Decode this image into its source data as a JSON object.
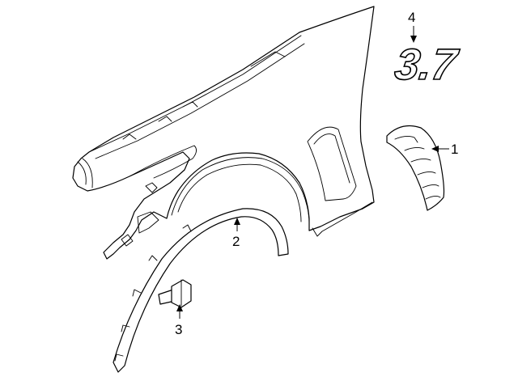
{
  "callouts": {
    "c1": "1",
    "c2": "2",
    "c3": "3",
    "c4": "4"
  },
  "emblem_text": "3.7",
  "colors": {
    "line": "#000000",
    "background": "#ffffff"
  }
}
